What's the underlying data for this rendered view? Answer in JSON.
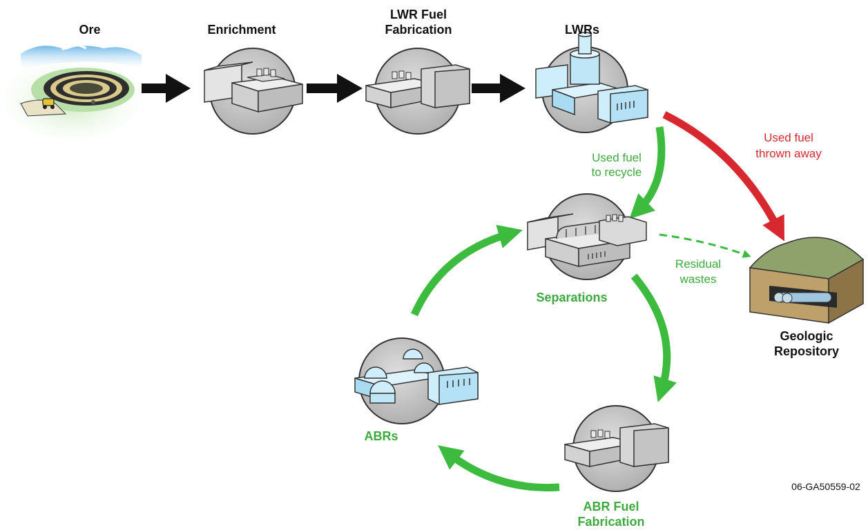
{
  "colors": {
    "black_arrow": "#111111",
    "green_arrow": "#3dbb3f",
    "green_text": "#3daa3f",
    "red_arrow": "#d7282f",
    "facility_gray": "#cfcfcf",
    "reactor_blue": "#bfe6f7",
    "circle_gray": "#c7c7c7"
  },
  "stages": {
    "ore": "Ore",
    "enrichment": "Enrichment",
    "lwr_fuel_fab_line1": "LWR Fuel",
    "lwr_fuel_fab_line2": "Fabrication",
    "lwrs": "LWRs",
    "separations": "Separations",
    "abr_fuel_fab_line1": "ABR Fuel",
    "abr_fuel_fab_line2": "Fabrication",
    "abrs": "ABRs",
    "repository_line1": "Geologic",
    "repository_line2": "Repository"
  },
  "flows": {
    "used_fuel_recycle_line1": "Used fuel",
    "used_fuel_recycle_line2": "to recycle",
    "used_fuel_thrown_line1": "Used fuel",
    "used_fuel_thrown_line2": "thrown away",
    "residual_line1": "Residual",
    "residual_line2": "wastes"
  },
  "reference_code": "06-GA50559-02",
  "icons": [
    "mine-icon",
    "enrichment-plant-icon",
    "fuel-fabrication-plant-icon",
    "lwr-reactor-icon",
    "separations-plant-icon",
    "abr-fuel-fabrication-icon",
    "abr-reactor-icon",
    "geologic-repository-icon"
  ]
}
